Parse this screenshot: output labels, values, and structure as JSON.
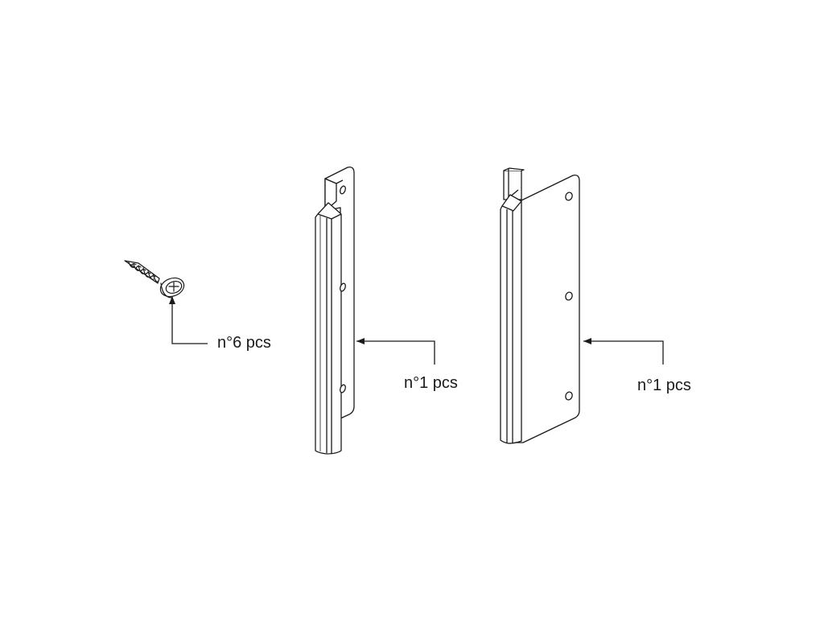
{
  "parts": [
    {
      "id": "screw",
      "quantity_label": "n°6 pcs"
    },
    {
      "id": "bracket-left",
      "quantity_label": "n°1 pcs"
    },
    {
      "id": "bracket-right",
      "quantity_label": "n°1 pcs"
    }
  ],
  "colors": {
    "line": "#1a1a1a",
    "background": "#ffffff"
  }
}
